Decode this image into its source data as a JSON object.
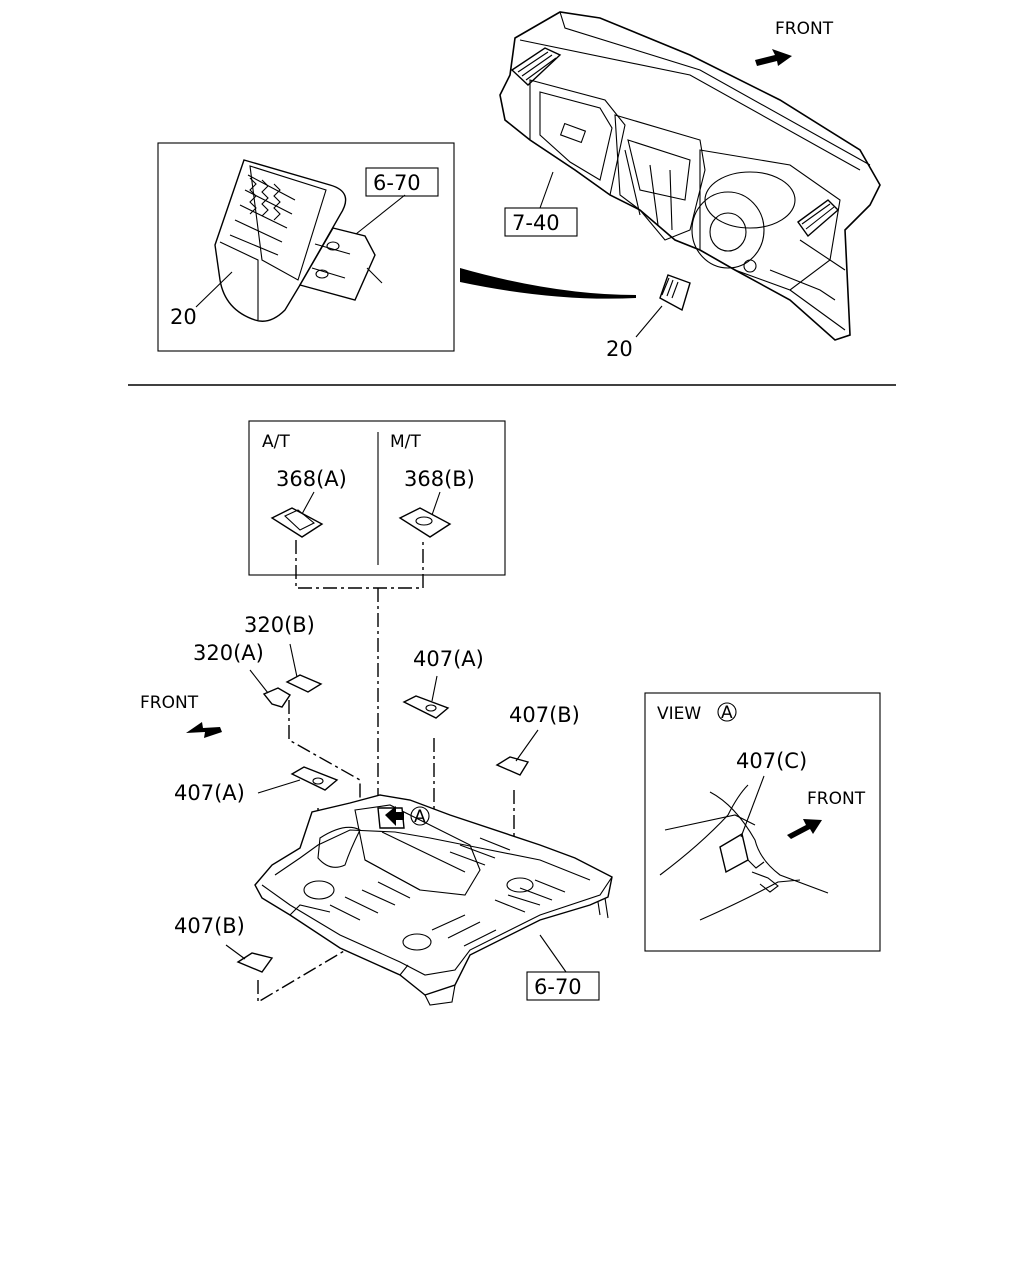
{
  "top": {
    "front": "FRONT",
    "callout_6_70": "6-70",
    "callout_7_40": "7-40",
    "part_20_inset": "20",
    "part_20_main": "20"
  },
  "bottom": {
    "at": "A/T",
    "mt": "M/T",
    "p368a": "368(A)",
    "p368b": "368(B)",
    "p320b": "320(B)",
    "p320a": "320(A)",
    "front_left": "FRONT",
    "p407a_upper": "407(A)",
    "p407b_upper": "407(B)",
    "p407a_lower": "407(A)",
    "p407b_lower": "407(B)",
    "view_marker": "A",
    "callout_6_70": "6-70"
  },
  "view_a": {
    "title": "VIEW",
    "title_marker": "A",
    "p407c": "407(C)",
    "front": "FRONT"
  }
}
